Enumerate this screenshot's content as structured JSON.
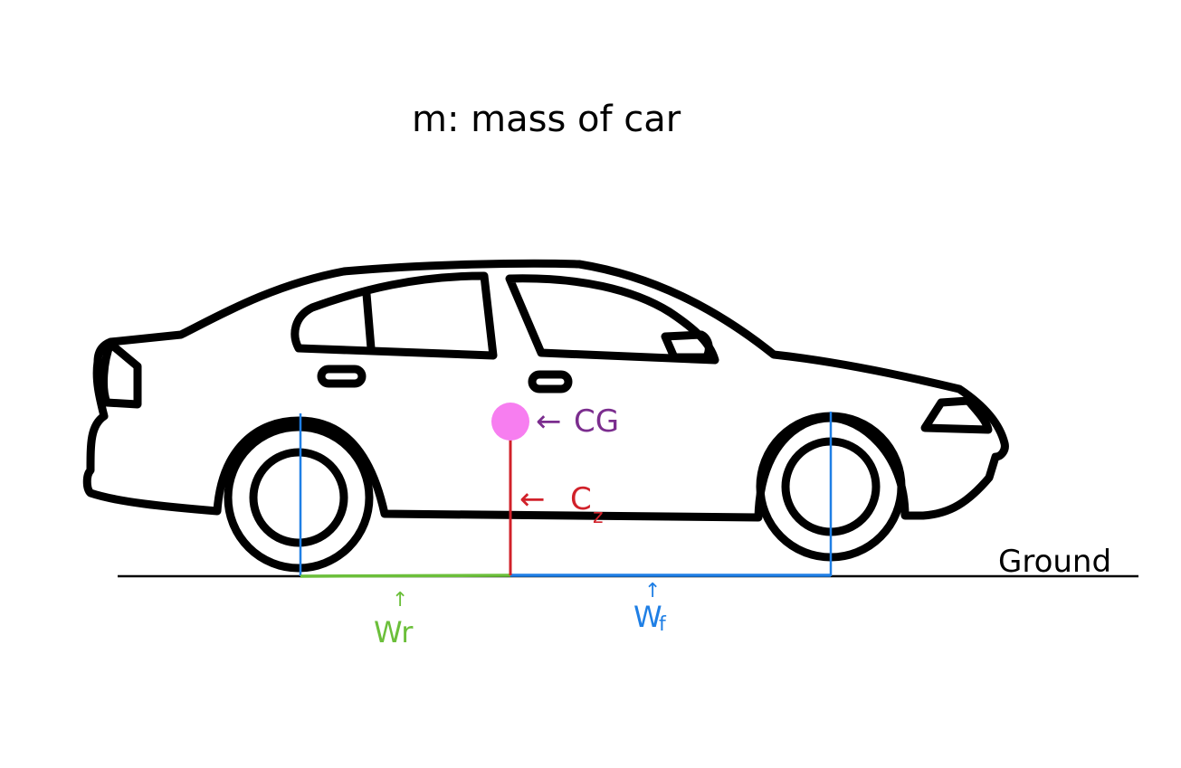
{
  "diagram": {
    "title": "m: mass of car",
    "labels": {
      "cg": "CG",
      "cz_main": "C",
      "cz_sub": "z",
      "ground": "Ground",
      "wr": "Wr",
      "wf_main": "W",
      "wf_sub": "f"
    },
    "arrows": {
      "cg": "←",
      "cz": "←",
      "wr": "↑",
      "wf": "↑"
    },
    "colors": {
      "outline": "#000000",
      "cg_dot": "#f77ef0",
      "cg_label": "#7b2d8e",
      "cz": "#d1212a",
      "wr": "#6bbf3a",
      "wf": "#1f7fe5",
      "ground": "#000000"
    }
  }
}
